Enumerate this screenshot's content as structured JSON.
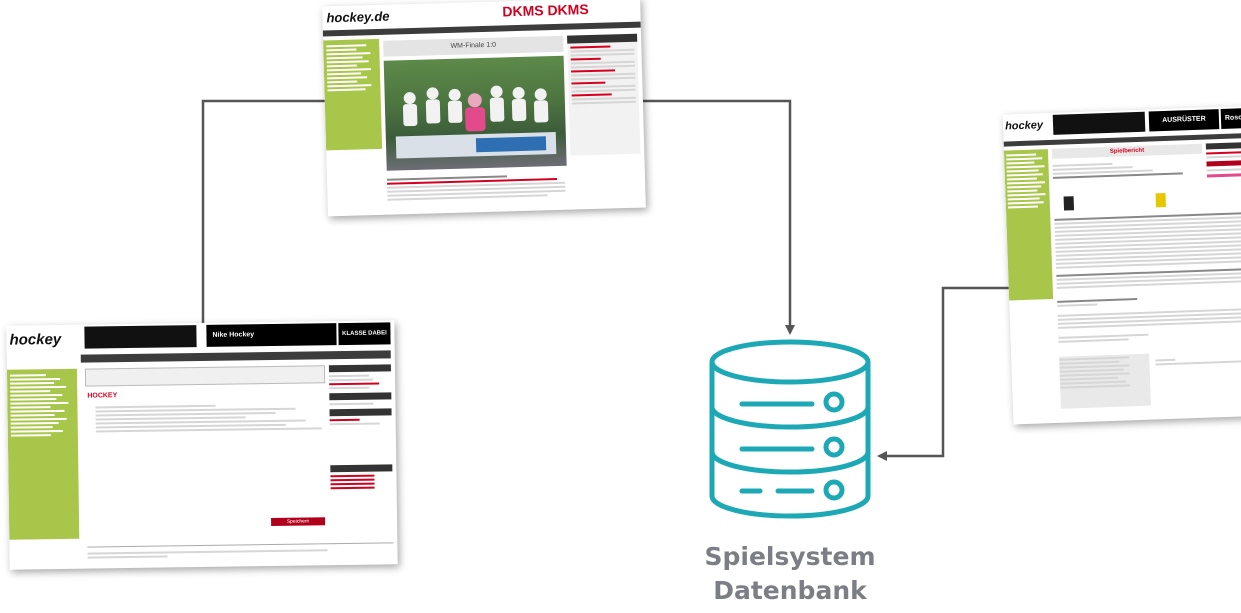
{
  "database": {
    "label_line1": "Spielsystem",
    "label_line2": "Datenbank",
    "icon": "database-icon",
    "color": "#1ca9b5"
  },
  "connector_color": "#555555",
  "screenshots": {
    "news": {
      "logo": "hockey",
      "logo_suffix": ".de",
      "ad": "DKMS DKMS",
      "headline": "WM-Finale 1:0"
    },
    "editor": {
      "logo": "hockey",
      "ad1": "Nike Hockey",
      "ad2": "KLASSE DABEI",
      "heading": "HOCKEY",
      "button": "Speichern"
    },
    "game": {
      "logo": "hockey",
      "ad": "AUSRÜSTER",
      "ad2": "Rosco",
      "title": "Spielbericht"
    }
  }
}
